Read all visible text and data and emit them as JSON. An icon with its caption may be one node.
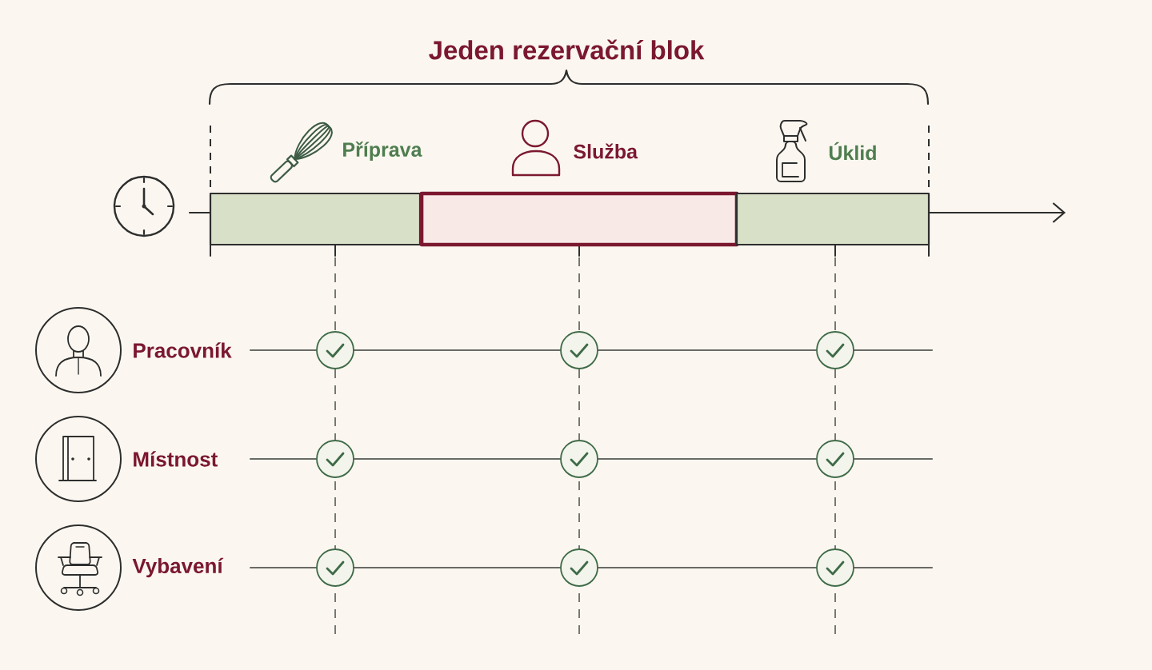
{
  "diagram": {
    "title": "Jeden rezervační blok",
    "nodes": [
      {
        "text": [
          "Příprava"
        ]
      },
      {
        "text": [
          "Služba"
        ]
      },
      {
        "text": [
          "Úklid"
        ]
      },
      {
        "text": [
          "Pracovník"
        ]
      },
      {
        "text": [
          "Místnost"
        ]
      },
      {
        "text": [
          "Vybavení"
        ]
      }
    ]
  }
}
